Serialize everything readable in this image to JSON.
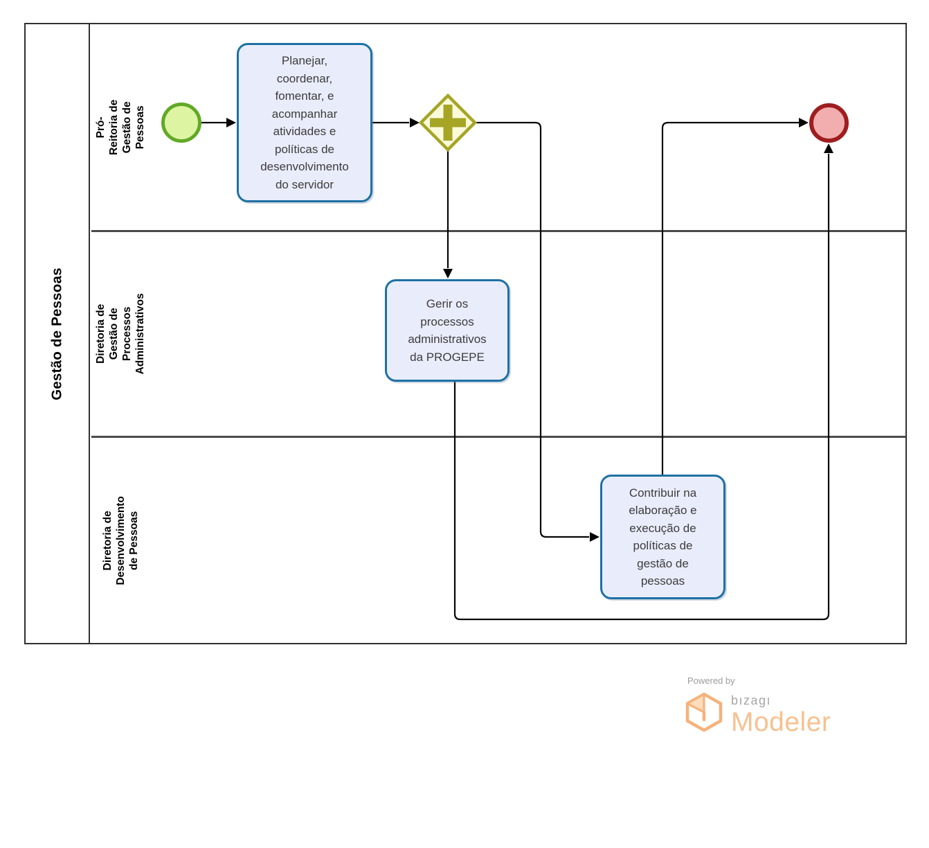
{
  "pool": {
    "label": "Gestão de Pessoas",
    "lanes": [
      {
        "id": "lane-pro-reitoria",
        "label": "Pró-Reitoria de Gestão de\nPessoas"
      },
      {
        "id": "lane-diretoria-processos",
        "label": "Diretoria de Gestão de\nProcessos Administrativos"
      },
      {
        "id": "lane-diretoria-desenvolvimento",
        "label": "Diretoria de Desenvolvimento\nde Pessoas"
      }
    ]
  },
  "nodes": {
    "start": {
      "kind": "start-event"
    },
    "task_planejar": {
      "kind": "task",
      "label": "Planejar,\ncoordenar,\nfomentar, e\nacompanhar\natividades e\npolíticas de\ndesenvolvimento\ndo servidor"
    },
    "gateway": {
      "kind": "parallel-gateway",
      "symbol": "+"
    },
    "task_gerir": {
      "kind": "task",
      "label": "Gerir os\nprocessos\nadministrativos\nda PROGEPE"
    },
    "task_contribuir": {
      "kind": "task",
      "label": "Contribuir na\nelaboração e\nexecução de\npolíticas de\ngestão de\npessoas"
    },
    "end": {
      "kind": "end-event"
    }
  },
  "flows": [
    {
      "from": "start",
      "to": "task_planejar"
    },
    {
      "from": "task_planejar",
      "to": "gateway"
    },
    {
      "from": "gateway",
      "to": "task_gerir"
    },
    {
      "from": "gateway",
      "to": "task_contribuir"
    },
    {
      "from": "task_gerir",
      "to": "end"
    },
    {
      "from": "task_contribuir",
      "to": "end"
    }
  ],
  "branding": {
    "powered_by": "Powered by",
    "brand": "bızagı",
    "product": "Modeler"
  },
  "colors": {
    "task_fill": "#e9edfb",
    "task_border": "#1d71a3",
    "start_fill": "#ddf4a2",
    "start_border": "#61a927",
    "end_fill": "#f2aeae",
    "end_border": "#9f1d20",
    "gateway_fill": "#fbfbdb",
    "gateway_border": "#a6a525",
    "connector": "#050505",
    "lane_border": "#4a4a4a",
    "brand_orange": "#f6b27b",
    "brand_gray": "#9b9b9b"
  }
}
